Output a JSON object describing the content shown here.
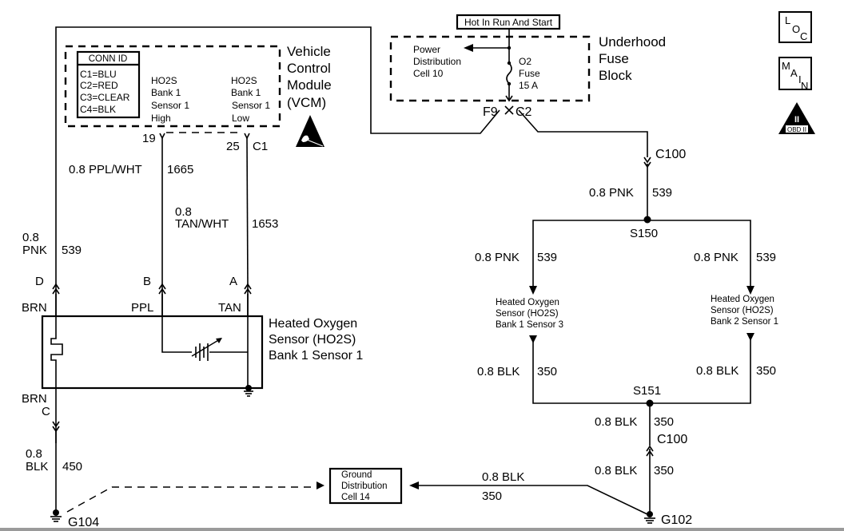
{
  "vcm": {
    "title": [
      "Vehicle",
      "Control",
      "Module",
      "(VCM)"
    ],
    "conn_id": {
      "header": "CONN ID",
      "rows": [
        "C1=BLU",
        "C2=RED",
        "C3=CLEAR",
        "C4=BLK"
      ]
    },
    "high_label": [
      "HO2S",
      "Bank 1",
      "Sensor 1",
      "High"
    ],
    "low_label": [
      "HO2S",
      "Bank 1",
      "Sensor 1",
      "Low"
    ],
    "pin_high": "19",
    "pin_low": "25",
    "connector": "C1",
    "esd_icon": "esd-warning-icon"
  },
  "fuse_block": {
    "hot_label": "Hot In Run And Start",
    "title": [
      "Underhood",
      "Fuse",
      "Block"
    ],
    "power_dist": [
      "Power",
      "Distribution",
      "Cell 10"
    ],
    "fuse": [
      "O2",
      "Fuse",
      "15 A"
    ],
    "connector_left": "F9",
    "connector_right": "C2"
  },
  "badges": {
    "loc": [
      "L",
      "O",
      "C"
    ],
    "main": [
      "M",
      "A",
      "I",
      "N"
    ],
    "obd": {
      "roman": "II",
      "label": "OBD II"
    }
  },
  "wires": {
    "ppl_wht": {
      "gauge_color": "0.8 PPL/WHT",
      "circuit": "1665"
    },
    "tan_wht": {
      "gauge": "0.8",
      "color": "TAN/WHT",
      "circuit": "1653"
    },
    "pnk_left": {
      "gauge": "0.8",
      "color": "PNK",
      "circuit": "539"
    },
    "blk_450": {
      "gauge": "0.8",
      "color": "BLK",
      "circuit": "450"
    },
    "pnk_main": {
      "gauge_color": "0.8 PNK",
      "circuit": "539"
    },
    "pnk_b1s3": {
      "gauge_color": "0.8 PNK",
      "circuit": "539"
    },
    "pnk_b2s1": {
      "gauge_color": "0.8 PNK",
      "circuit": "539"
    },
    "blk_b1s3": {
      "gauge_color": "0.8 BLK",
      "circuit": "350"
    },
    "blk_b2s1": {
      "gauge_color": "0.8 BLK",
      "circuit": "350"
    },
    "blk_s151": {
      "gauge_color": "0.8 BLK",
      "circuit": "350"
    },
    "blk_g102": {
      "gauge_color": "0.8 BLK",
      "circuit": "350"
    },
    "blk_ground_dist": {
      "gauge_color": "0.8 BLK",
      "circuit": "350"
    }
  },
  "sensor_b1s1": {
    "title": [
      "Heated Oxygen",
      "Sensor (HO2S)",
      "Bank 1 Sensor 1"
    ],
    "pins": {
      "d": "D",
      "b": "B",
      "a": "A",
      "c": "C"
    },
    "pin_colors": {
      "d": "BRN",
      "b": "PPL",
      "a": "TAN",
      "c": "BRN"
    }
  },
  "sensor_b1s3": {
    "title": [
      "Heated Oxygen",
      "Sensor (HO2S)",
      "Bank 1 Sensor 3"
    ]
  },
  "sensor_b2s1": {
    "title": [
      "Heated Oxygen",
      "Sensor (HO2S)",
      "Bank 2 Sensor 1"
    ]
  },
  "connectors": {
    "c100_top": "C100",
    "c100_bottom": "C100"
  },
  "splices": {
    "s150": "S150",
    "s151": "S151"
  },
  "grounds": {
    "g104": "G104",
    "g102": "G102"
  },
  "ground_dist": {
    "label": [
      "Ground",
      "Distribution",
      "Cell 14"
    ]
  }
}
